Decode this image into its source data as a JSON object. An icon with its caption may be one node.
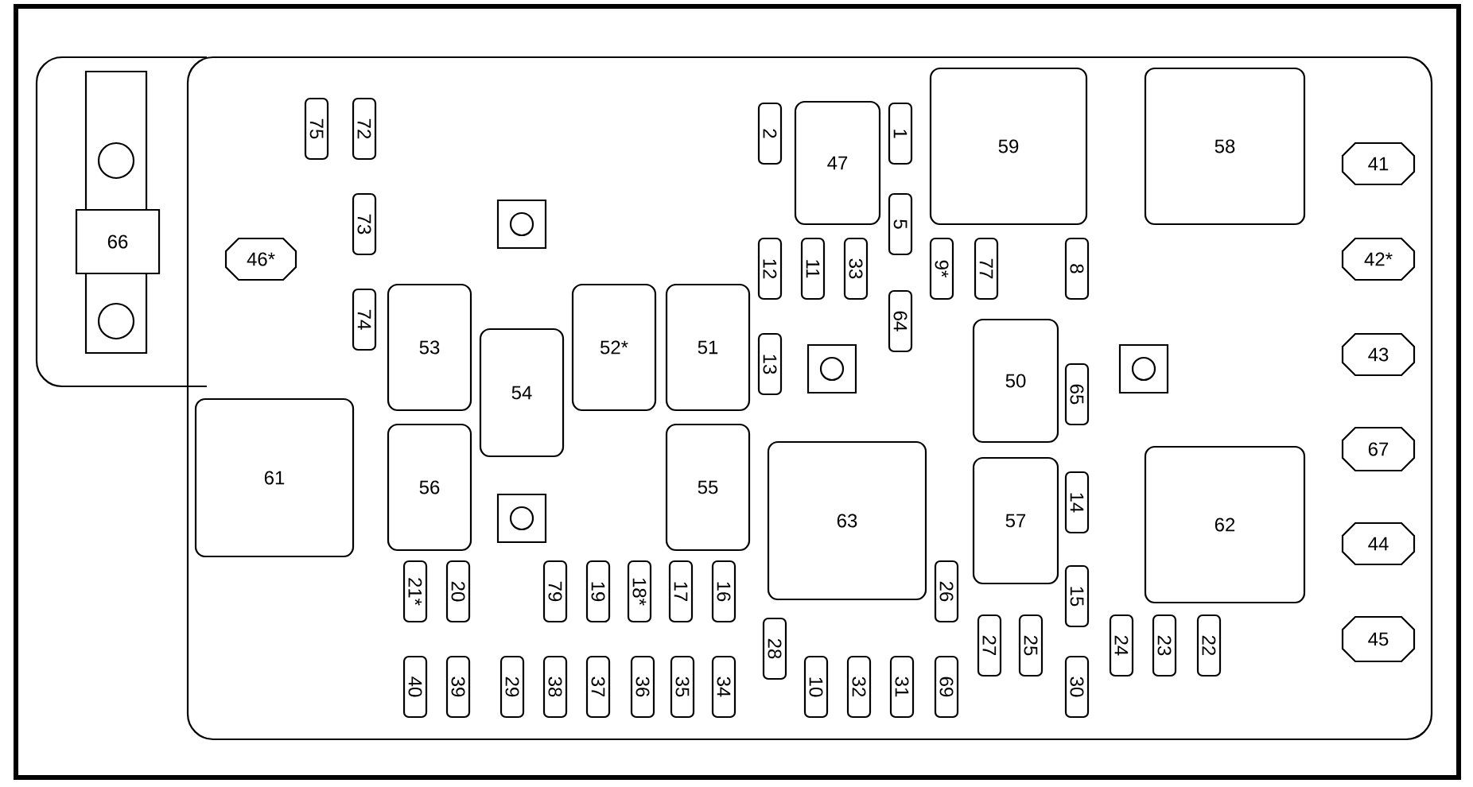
{
  "diagram": {
    "nodes": [
      {
        "text": [
          "75"
        ]
      },
      {
        "text": [
          "72"
        ]
      },
      {
        "text": [
          "2"
        ]
      },
      {
        "text": [
          "47"
        ]
      },
      {
        "text": [
          "1"
        ]
      },
      {
        "text": [
          "59"
        ]
      },
      {
        "text": [
          "58"
        ]
      },
      {
        "text": [
          "41"
        ]
      },
      {
        "text": [
          "5"
        ]
      },
      {
        "text": [
          "66"
        ]
      },
      {
        "text": [
          "46*"
        ]
      },
      {
        "text": [
          "73"
        ]
      },
      {
        "text": [
          "12"
        ]
      },
      {
        "text": [
          "11"
        ]
      },
      {
        "text": [
          "33"
        ]
      },
      {
        "text": [
          "9*"
        ]
      },
      {
        "text": [
          "77"
        ]
      },
      {
        "text": [
          "8"
        ]
      },
      {
        "text": [
          "42*"
        ]
      },
      {
        "text": [
          "64"
        ]
      },
      {
        "text": [
          "74"
        ]
      },
      {
        "text": [
          "53"
        ]
      },
      {
        "text": [
          "52*"
        ]
      },
      {
        "text": [
          "51"
        ]
      },
      {
        "text": [
          "13"
        ]
      },
      {
        "text": [
          "54"
        ]
      },
      {
        "text": [
          "50"
        ]
      },
      {
        "text": [
          "65"
        ]
      },
      {
        "text": [
          "43"
        ]
      },
      {
        "text": [
          "61"
        ]
      },
      {
        "text": [
          "56"
        ]
      },
      {
        "text": [
          "55"
        ]
      },
      {
        "text": [
          "63"
        ]
      },
      {
        "text": [
          "57"
        ]
      },
      {
        "text": [
          "62"
        ]
      },
      {
        "text": [
          "67"
        ]
      },
      {
        "text": [
          "14"
        ]
      },
      {
        "text": [
          "44"
        ]
      },
      {
        "text": [
          "21*"
        ]
      },
      {
        "text": [
          "20"
        ]
      },
      {
        "text": [
          "79"
        ]
      },
      {
        "text": [
          "19"
        ]
      },
      {
        "text": [
          "18*"
        ]
      },
      {
        "text": [
          "17"
        ]
      },
      {
        "text": [
          "16"
        ]
      },
      {
        "text": [
          "26"
        ]
      },
      {
        "text": [
          "15"
        ]
      },
      {
        "text": [
          "28"
        ]
      },
      {
        "text": [
          "27"
        ]
      },
      {
        "text": [
          "25"
        ]
      },
      {
        "text": [
          "24"
        ]
      },
      {
        "text": [
          "23"
        ]
      },
      {
        "text": [
          "22"
        ]
      },
      {
        "text": [
          "45"
        ]
      },
      {
        "text": [
          "40"
        ]
      },
      {
        "text": [
          "39"
        ]
      },
      {
        "text": [
          "29"
        ]
      },
      {
        "text": [
          "38"
        ]
      },
      {
        "text": [
          "37"
        ]
      },
      {
        "text": [
          "36"
        ]
      },
      {
        "text": [
          "35"
        ]
      },
      {
        "text": [
          "34"
        ]
      },
      {
        "text": [
          "10"
        ]
      },
      {
        "text": [
          "32"
        ]
      },
      {
        "text": [
          "31"
        ]
      },
      {
        "text": [
          "69"
        ]
      },
      {
        "text": [
          "30"
        ]
      }
    ]
  }
}
